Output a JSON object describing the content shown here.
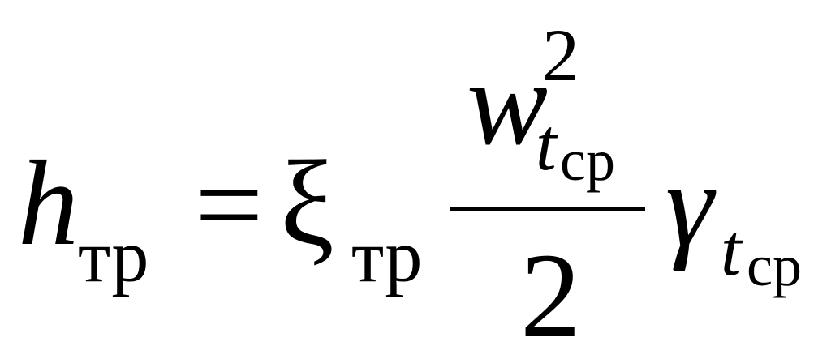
{
  "formula": {
    "lhs": {
      "symbol": "h",
      "subscript": "тр"
    },
    "equals": "=",
    "coefficient": {
      "symbol": "ξ",
      "subscript": "тр"
    },
    "fraction": {
      "numerator": {
        "symbol": "w",
        "exponent": "2",
        "subscript": "t",
        "sub_subscript": "ср"
      },
      "denominator": "2"
    },
    "factor": {
      "symbol": "γ",
      "subscript": "t",
      "sub_subscript": "ср"
    }
  }
}
